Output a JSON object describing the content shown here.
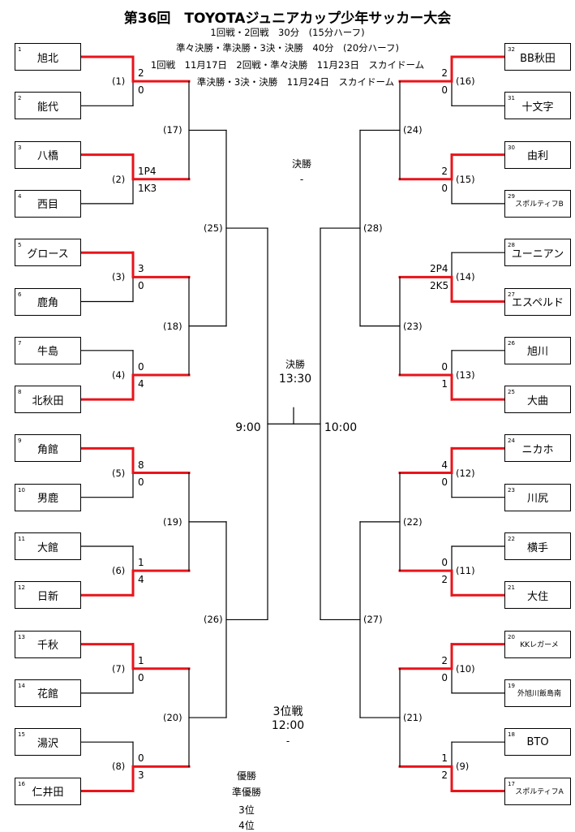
{
  "title": "第36回　TOYOTAジュニアカップ少年サッカー大会",
  "schedule": [
    "1回戦・2回戦　30分　(15分ハーフ)",
    "準々決勝・準決勝・3決・決勝　40分　(20分ハーフ)",
    "1回戦　11月17日　2回戦・準々決勝　11月23日　スカイドーム",
    "準決勝・3決・決勝　11月24日　スカイドーム"
  ],
  "left_teams": [
    {
      "no": "1",
      "name": "旭北"
    },
    {
      "no": "2",
      "name": "能代"
    },
    {
      "no": "3",
      "name": "八橋"
    },
    {
      "no": "4",
      "name": "西目"
    },
    {
      "no": "5",
      "name": "グロース"
    },
    {
      "no": "6",
      "name": "鹿角"
    },
    {
      "no": "7",
      "name": "牛島"
    },
    {
      "no": "8",
      "name": "北秋田"
    },
    {
      "no": "9",
      "name": "角館"
    },
    {
      "no": "10",
      "name": "男鹿"
    },
    {
      "no": "11",
      "name": "大館"
    },
    {
      "no": "12",
      "name": "日新"
    },
    {
      "no": "13",
      "name": "千秋"
    },
    {
      "no": "14",
      "name": "花館"
    },
    {
      "no": "15",
      "name": "湯沢"
    },
    {
      "no": "16",
      "name": "仁井田"
    }
  ],
  "right_teams": [
    {
      "no": "32",
      "name": "BB秋田"
    },
    {
      "no": "31",
      "name": "十文字"
    },
    {
      "no": "30",
      "name": "由利"
    },
    {
      "no": "29",
      "name": "スポルティフB"
    },
    {
      "no": "28",
      "name": "ユーニアン"
    },
    {
      "no": "27",
      "name": "エスペルド"
    },
    {
      "no": "26",
      "name": "旭川"
    },
    {
      "no": "25",
      "name": "大曲"
    },
    {
      "no": "24",
      "name": "ニカホ"
    },
    {
      "no": "23",
      "name": "川尻"
    },
    {
      "no": "22",
      "name": "横手"
    },
    {
      "no": "21",
      "name": "大住"
    },
    {
      "no": "20",
      "name": "KKレガーメ"
    },
    {
      "no": "19",
      "name": "外旭川飯島南"
    },
    {
      "no": "18",
      "name": "BTO"
    },
    {
      "no": "17",
      "name": "スポルティフA"
    }
  ],
  "left_r1": [
    {
      "label": "(1)",
      "score_top": "2",
      "score_bottom": "0",
      "winner": "top"
    },
    {
      "label": "(2)",
      "score_top": "1P4",
      "score_bottom": "1K3",
      "winner": "top"
    },
    {
      "label": "(3)",
      "score_top": "3",
      "score_bottom": "0",
      "winner": "top"
    },
    {
      "label": "(4)",
      "score_top": "0",
      "score_bottom": "4",
      "winner": "bottom"
    },
    {
      "label": "(5)",
      "score_top": "8",
      "score_bottom": "0",
      "winner": "top"
    },
    {
      "label": "(6)",
      "score_top": "1",
      "score_bottom": "4",
      "winner": "bottom"
    },
    {
      "label": "(7)",
      "score_top": "1",
      "score_bottom": "0",
      "winner": "top"
    },
    {
      "label": "(8)",
      "score_top": "0",
      "score_bottom": "3",
      "winner": "bottom"
    }
  ],
  "right_r1": [
    {
      "label": "(16)",
      "score_top": "2",
      "score_bottom": "0",
      "winner": "top"
    },
    {
      "label": "(15)",
      "score_top": "2",
      "score_bottom": "0",
      "winner": "top"
    },
    {
      "label": "(14)",
      "score_top": "2P4",
      "score_bottom": "2K5",
      "winner": "bottom"
    },
    {
      "label": "(13)",
      "score_top": "0",
      "score_bottom": "1",
      "winner": "bottom"
    },
    {
      "label": "(12)",
      "score_top": "4",
      "score_bottom": "0",
      "winner": "top"
    },
    {
      "label": "(11)",
      "score_top": "0",
      "score_bottom": "2",
      "winner": "bottom"
    },
    {
      "label": "(10)",
      "score_top": "2",
      "score_bottom": "0",
      "winner": "top"
    },
    {
      "label": "(9)",
      "score_top": "1",
      "score_bottom": "2",
      "winner": "bottom"
    }
  ],
  "left_r2": [
    "(17)",
    "(18)",
    "(19)",
    "(20)"
  ],
  "right_r2": [
    "(24)",
    "(23)",
    "(22)",
    "(21)"
  ],
  "left_r3": [
    "(25)",
    "(26)"
  ],
  "right_r3": [
    "(28)",
    "(27)"
  ],
  "final": {
    "label": "決勝",
    "result": "-",
    "label_center": "決勝",
    "time_center": "13:30",
    "left_time": "9:00",
    "right_time": "10:00"
  },
  "third_place": {
    "label": "3位戦",
    "time": "12:00",
    "result": "-"
  },
  "results": [
    "優勝",
    "準優勝",
    "3位",
    "4位"
  ],
  "colors": {
    "winner_line": "#e8141b",
    "line": "#000000"
  }
}
